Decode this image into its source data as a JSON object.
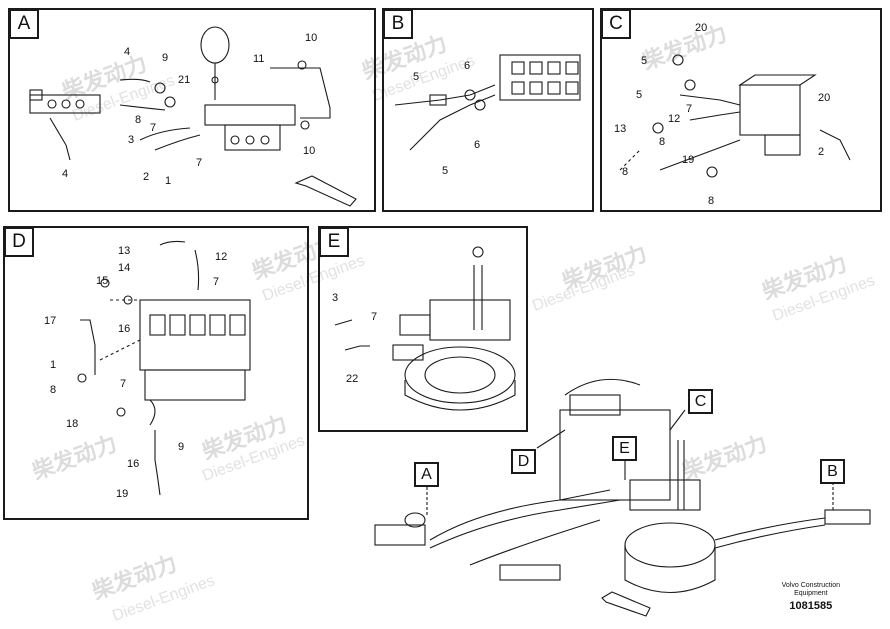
{
  "panels": {
    "A": {
      "label": "A",
      "numbers": [
        "4",
        "9",
        "21",
        "11",
        "10",
        "8",
        "3",
        "7",
        "7",
        "2",
        "1",
        "10",
        "4"
      ]
    },
    "B": {
      "label": "B",
      "numbers": [
        "5",
        "6",
        "5",
        "6"
      ]
    },
    "C": {
      "label": "C",
      "numbers": [
        "20",
        "5",
        "5",
        "13",
        "12",
        "7",
        "8",
        "19",
        "8",
        "20",
        "2",
        "8"
      ]
    },
    "D": {
      "label": "D",
      "numbers": [
        "13",
        "14",
        "12",
        "15",
        "7",
        "17",
        "16",
        "1",
        "8",
        "7",
        "18",
        "16",
        "9",
        "19"
      ]
    },
    "E": {
      "label": "E",
      "numbers": [
        "3",
        "7",
        "22"
      ]
    }
  },
  "overview_callouts": [
    "A",
    "B",
    "C",
    "D",
    "E"
  ],
  "footer": {
    "line1": "Volvo Construction",
    "line2": "Equipment",
    "line3": "1081585"
  },
  "watermark": {
    "cn": "柴发动力",
    "en": "Diesel-Engines"
  },
  "colors": {
    "line": "#1a1a1a",
    "watermark": "#dcdcdc"
  }
}
